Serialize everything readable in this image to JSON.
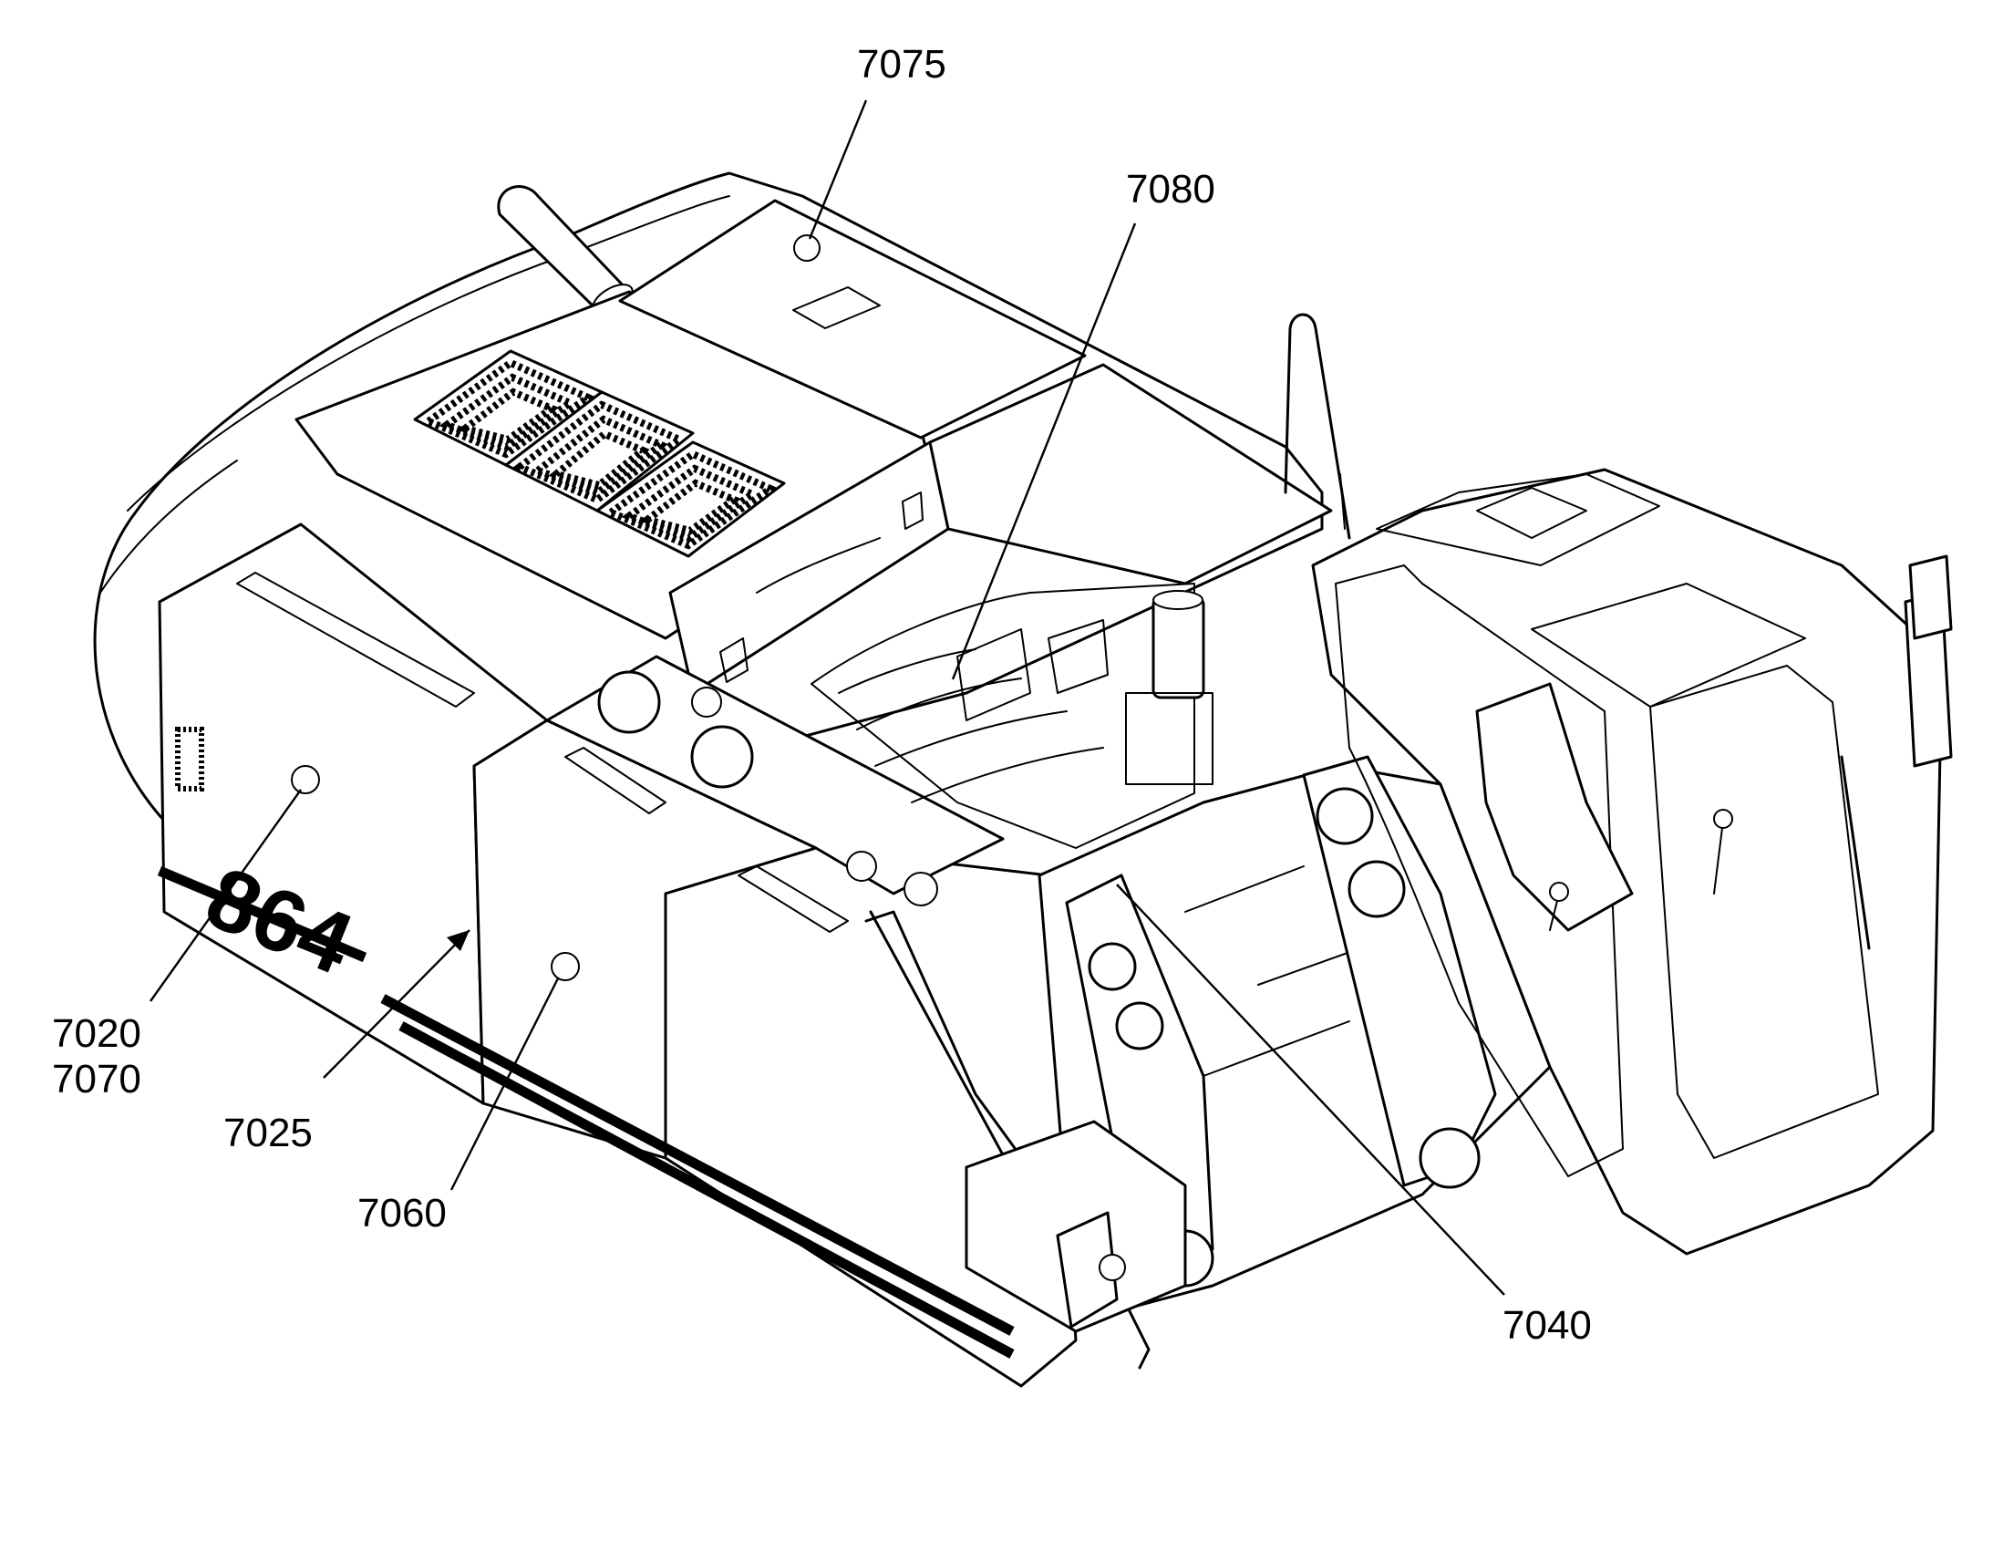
{
  "diagram": {
    "model_badge": "864",
    "callouts": [
      {
        "id": "7075",
        "label": "7075"
      },
      {
        "id": "7080",
        "label": "7080"
      },
      {
        "id": "7020",
        "label": "7020"
      },
      {
        "id": "7070",
        "label": "7070"
      },
      {
        "id": "7025",
        "label": "7025"
      },
      {
        "id": "7060",
        "label": "7060"
      },
      {
        "id": "7040",
        "label": "7040"
      }
    ]
  },
  "colors": {
    "line": "#000000",
    "background": "#ffffff"
  }
}
